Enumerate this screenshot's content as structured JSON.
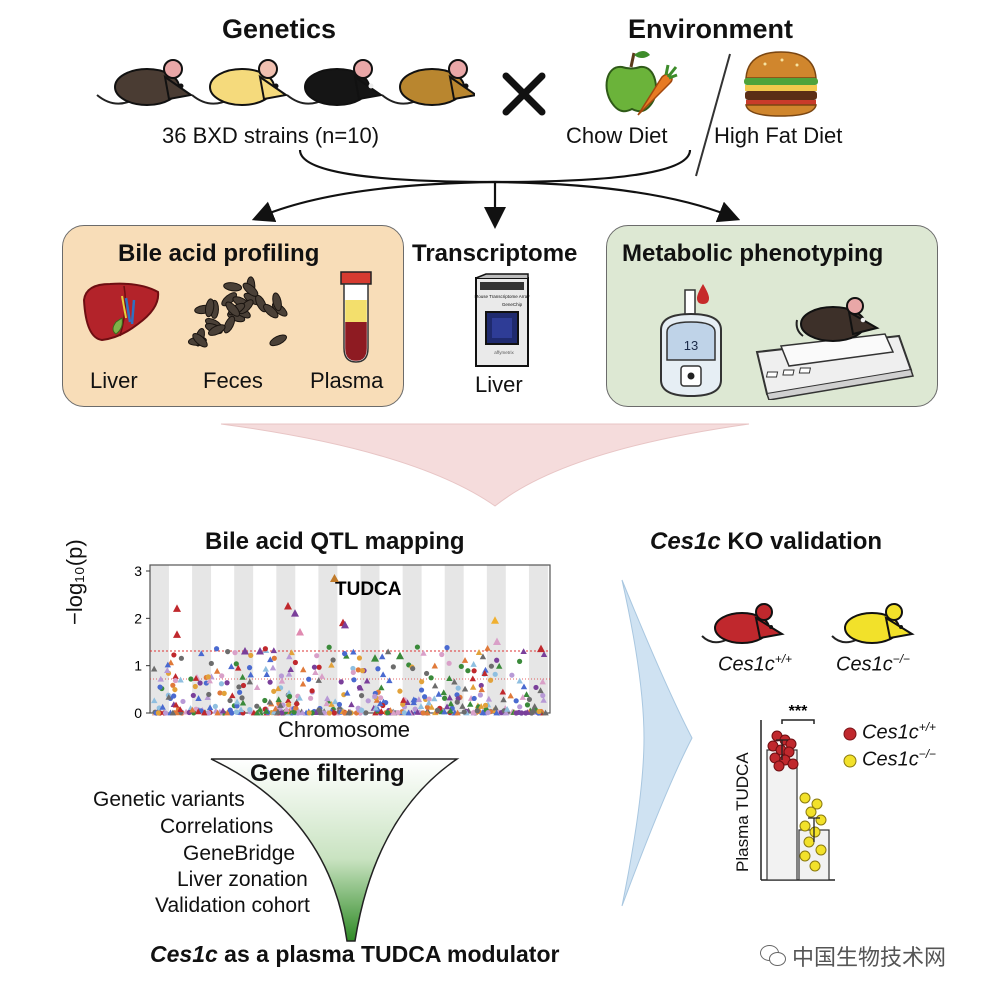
{
  "top": {
    "genetics_title": "Genetics",
    "environment_title": "Environment",
    "strains_label": "36 BXD strains (n=10)",
    "chow_label": "Chow Diet",
    "hfd_label": "High Fat Diet",
    "cross_symbol": "×"
  },
  "panels": {
    "bile_title": "Bile acid profiling",
    "bile_items": [
      "Liver",
      "Feces",
      "Plasma"
    ],
    "transcriptome_title": "Transcriptome",
    "transcriptome_item": "Liver",
    "chip_text": [
      "GeneChip",
      "Mouse Transcriptome Array",
      "affymetrix"
    ],
    "metabolic_title": "Metabolic phenotyping",
    "glucometer_reading": "13"
  },
  "qtl": {
    "title": "Bile acid QTL mapping",
    "ylabel": "−log₁₀(p)",
    "xlabel": "Chromosome",
    "annotation": "TUDCA",
    "yticks": [
      "0",
      "1",
      "2",
      "3"
    ]
  },
  "filter": {
    "title": "Gene filtering",
    "items": [
      "Genetic variants",
      "Correlations",
      "GeneBridge",
      "Liver zonation",
      "Validation cohort"
    ],
    "conclusion_gene": "Ces1c",
    "conclusion_rest": " as a plasma TUDCA modulator"
  },
  "ko": {
    "title_gene": "Ces1c",
    "title_rest": " KO validation",
    "wt_label": "Ces1c",
    "wt_sup": "+/+",
    "ko_label": "Ces1c",
    "ko_sup": "−/−",
    "ylabel": "Plasma TUDCA",
    "significance": "***",
    "legend": [
      {
        "name": "Ces1c",
        "sup": "+/+",
        "color": "#c0282d"
      },
      {
        "name": "Ces1c",
        "sup": "−/−",
        "color": "#f2e12a"
      }
    ]
  },
  "watermark": "中国生物技术网",
  "colors": {
    "bile_box": "#f8ddb8",
    "metabolic_box": "#dde8d3",
    "wt_red": "#c0282d",
    "ko_yellow": "#f2e12a"
  }
}
